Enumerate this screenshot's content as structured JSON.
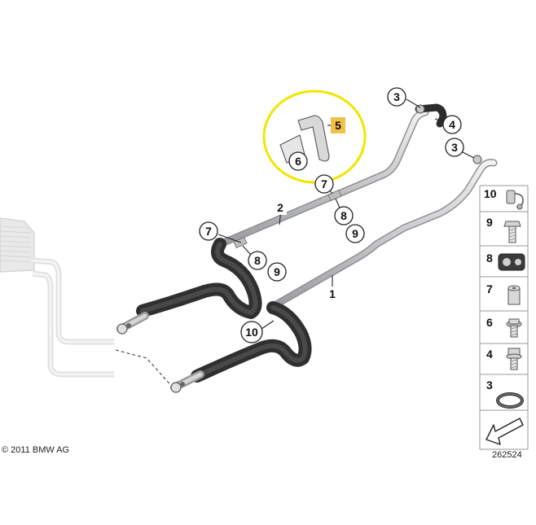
{
  "callouts": {
    "c3a": "3",
    "c4": "4",
    "c3b": "3",
    "c5": "5",
    "c6": "6",
    "c7a": "7",
    "c2": "2",
    "c8a": "8",
    "c9a": "9",
    "c7b": "7",
    "c8b": "8",
    "c9b": "9",
    "c1": "1",
    "c10": "10"
  },
  "legend": {
    "items": [
      {
        "number": "10",
        "icon": "hose-clamp-icon"
      },
      {
        "number": "9",
        "icon": "hex-bolt-icon"
      },
      {
        "number": "8",
        "icon": "pipe-clip-icon"
      },
      {
        "number": "7",
        "icon": "spacer-sleeve-icon"
      },
      {
        "number": "6",
        "icon": "flange-bolt-icon"
      },
      {
        "number": "4",
        "icon": "collar-bolt-icon"
      },
      {
        "number": "3",
        "icon": "o-ring-icon"
      }
    ],
    "diagram_number": "262524"
  },
  "footer": {
    "copyright": "© 2011 BMW AG"
  },
  "colors": {
    "highlight_ring": "#f2e600",
    "highlight_tag": "#f0c24a",
    "hose_dark": "#3c3c3c",
    "pipe_light": "#cfd0d2",
    "radiator_ghost": "#d8d8d8"
  }
}
